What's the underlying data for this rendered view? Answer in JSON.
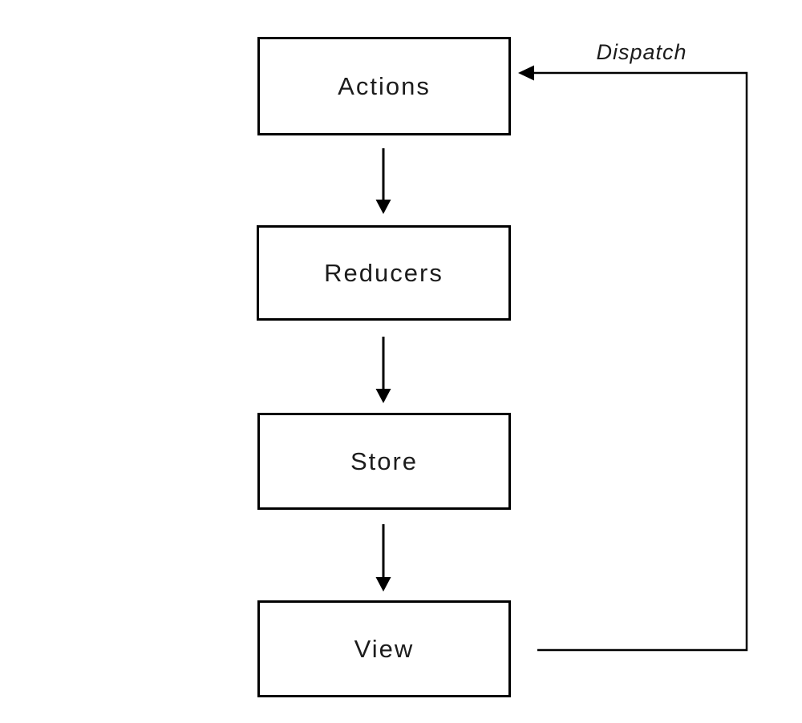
{
  "diagram": {
    "type": "flow",
    "nodes": [
      {
        "id": "actions",
        "label": "Actions"
      },
      {
        "id": "reducers",
        "label": "Reducers"
      },
      {
        "id": "store",
        "label": "Store"
      },
      {
        "id": "view",
        "label": "View"
      }
    ],
    "edges": [
      {
        "from": "actions",
        "to": "reducers",
        "label": ""
      },
      {
        "from": "reducers",
        "to": "store",
        "label": ""
      },
      {
        "from": "store",
        "to": "view",
        "label": ""
      },
      {
        "from": "view",
        "to": "actions",
        "label": "Dispatch"
      }
    ],
    "dispatch_label": "Dispatch",
    "colors": {
      "stroke": "#000000",
      "text": "#1c1c1c",
      "background": "#ffffff"
    }
  }
}
